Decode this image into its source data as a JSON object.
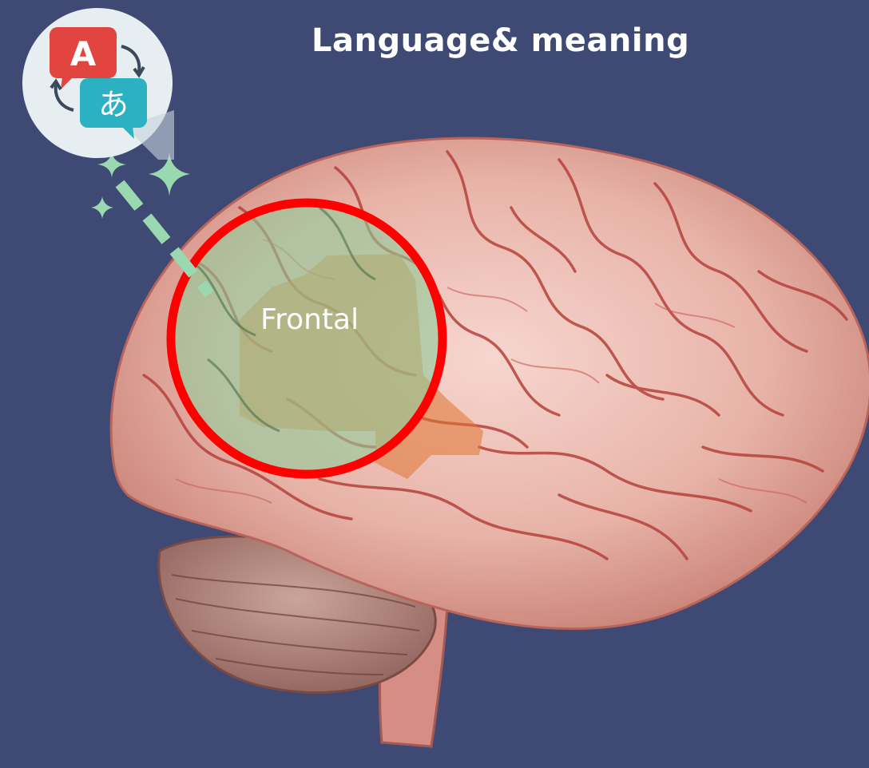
{
  "title": "Language& meaning",
  "icon": {
    "name": "translate-icon",
    "glyph_a": "A",
    "glyph_b": "あ"
  },
  "region": {
    "label": "Frontal"
  },
  "colors": {
    "background": "#3f4a74",
    "highlight_ring": "#ff0000",
    "highlight_fill": "#8fcc9a",
    "connector": "#9ad8b0"
  }
}
